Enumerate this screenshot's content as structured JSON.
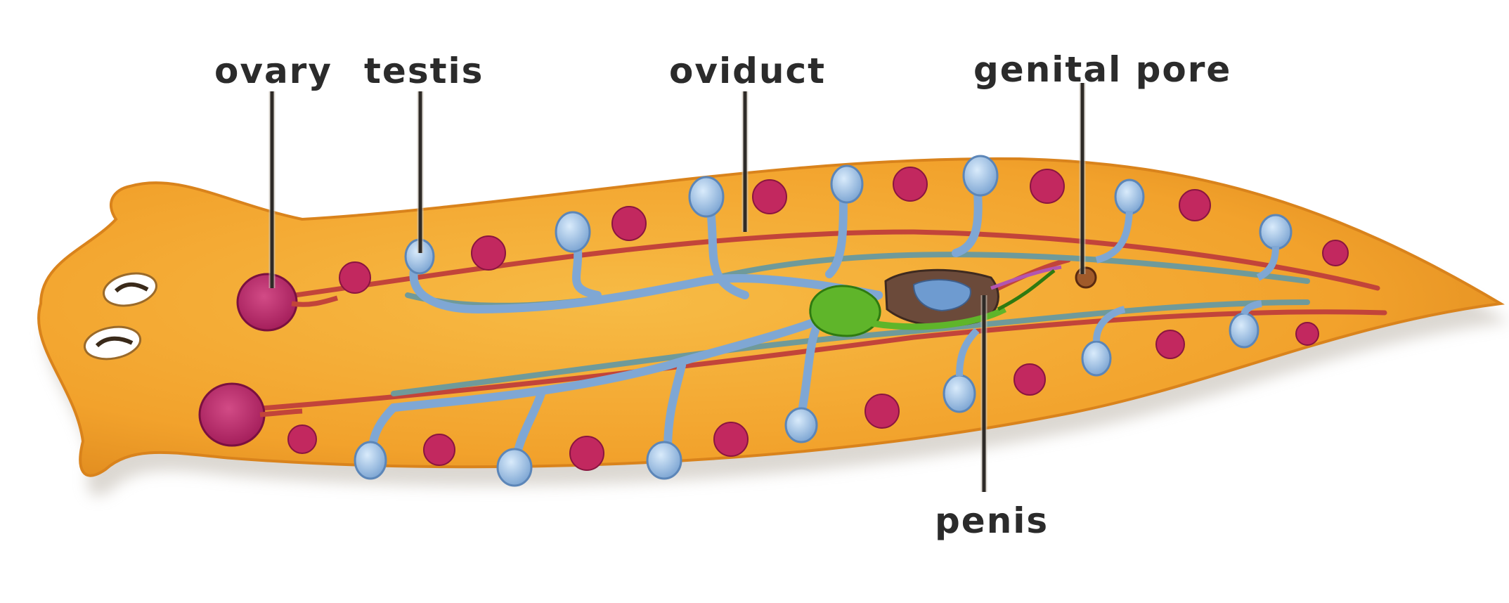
{
  "labels": {
    "ovary": "ovary",
    "testis": "testis",
    "oviduct": "oviduct",
    "genital_pore": "genital pore",
    "penis": "penis"
  },
  "colors": {
    "body": "#f2a22c",
    "body_edge": "#d9831c",
    "body_shadow": "#c9c2b6",
    "oviduct_red": "#c2443a",
    "ovary_magenta": "#b8246a",
    "testis_blue": "#8fb6de",
    "sperm_duct_teal": "#6f9a9a",
    "penis_green": "#5fb52a",
    "penis_brown": "#6b4a3a",
    "eye_white": "#ffffff",
    "text": "#2b2b2b"
  }
}
